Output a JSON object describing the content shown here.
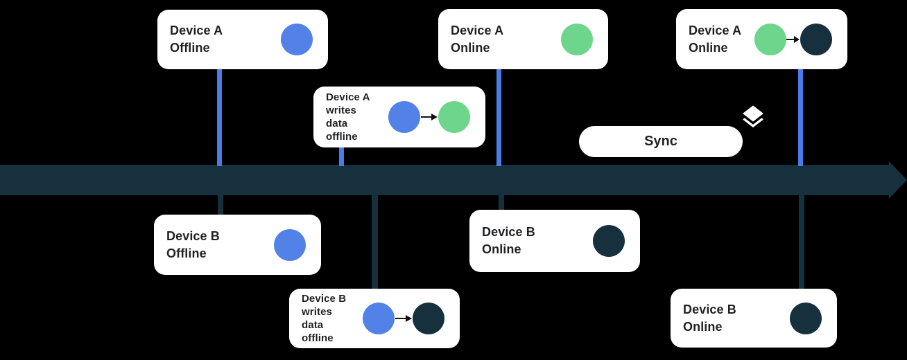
{
  "colors": {
    "background": "#000000",
    "card_bg": "#FFFFFF",
    "text": "#1F2124",
    "blue": "#5282E8",
    "green": "#6DD58C",
    "navy": "#16303E",
    "connector_above": "#4A7CE8",
    "connector_below": "#16303E",
    "timeline": "#16303E"
  },
  "timeline": {
    "direction": "right",
    "description": "horizontal time axis arrow"
  },
  "sync": {
    "label": "Sync",
    "icon": "layers-icon"
  },
  "cards": [
    {
      "name": "device-a-offline",
      "label": "Device A\nOffline",
      "dots": [
        "blue"
      ],
      "side": "above"
    },
    {
      "name": "device-a-writes-data-offline",
      "label": "Device A\nwrites\ndata\noffline",
      "dots": [
        "blue",
        "green"
      ],
      "transition": true,
      "side": "above"
    },
    {
      "name": "device-a-online-1",
      "label": "Device A\nOnline",
      "dots": [
        "green"
      ],
      "side": "above"
    },
    {
      "name": "device-a-online-2",
      "label": "Device A\nOnline",
      "dots": [
        "green",
        "navy"
      ],
      "transition": true,
      "side": "above"
    },
    {
      "name": "device-b-offline",
      "label": "Device B\nOffline",
      "dots": [
        "blue"
      ],
      "side": "below"
    },
    {
      "name": "device-b-writes-data-offline",
      "label": "Device B\nwrites\ndata\noffline",
      "dots": [
        "blue",
        "navy"
      ],
      "transition": true,
      "side": "below"
    },
    {
      "name": "device-b-online-1",
      "label": "Device B\nOnline",
      "dots": [
        "navy"
      ],
      "side": "below"
    },
    {
      "name": "device-b-online-2",
      "label": "Device B\nOnline",
      "dots": [
        "navy"
      ],
      "side": "below"
    }
  ]
}
